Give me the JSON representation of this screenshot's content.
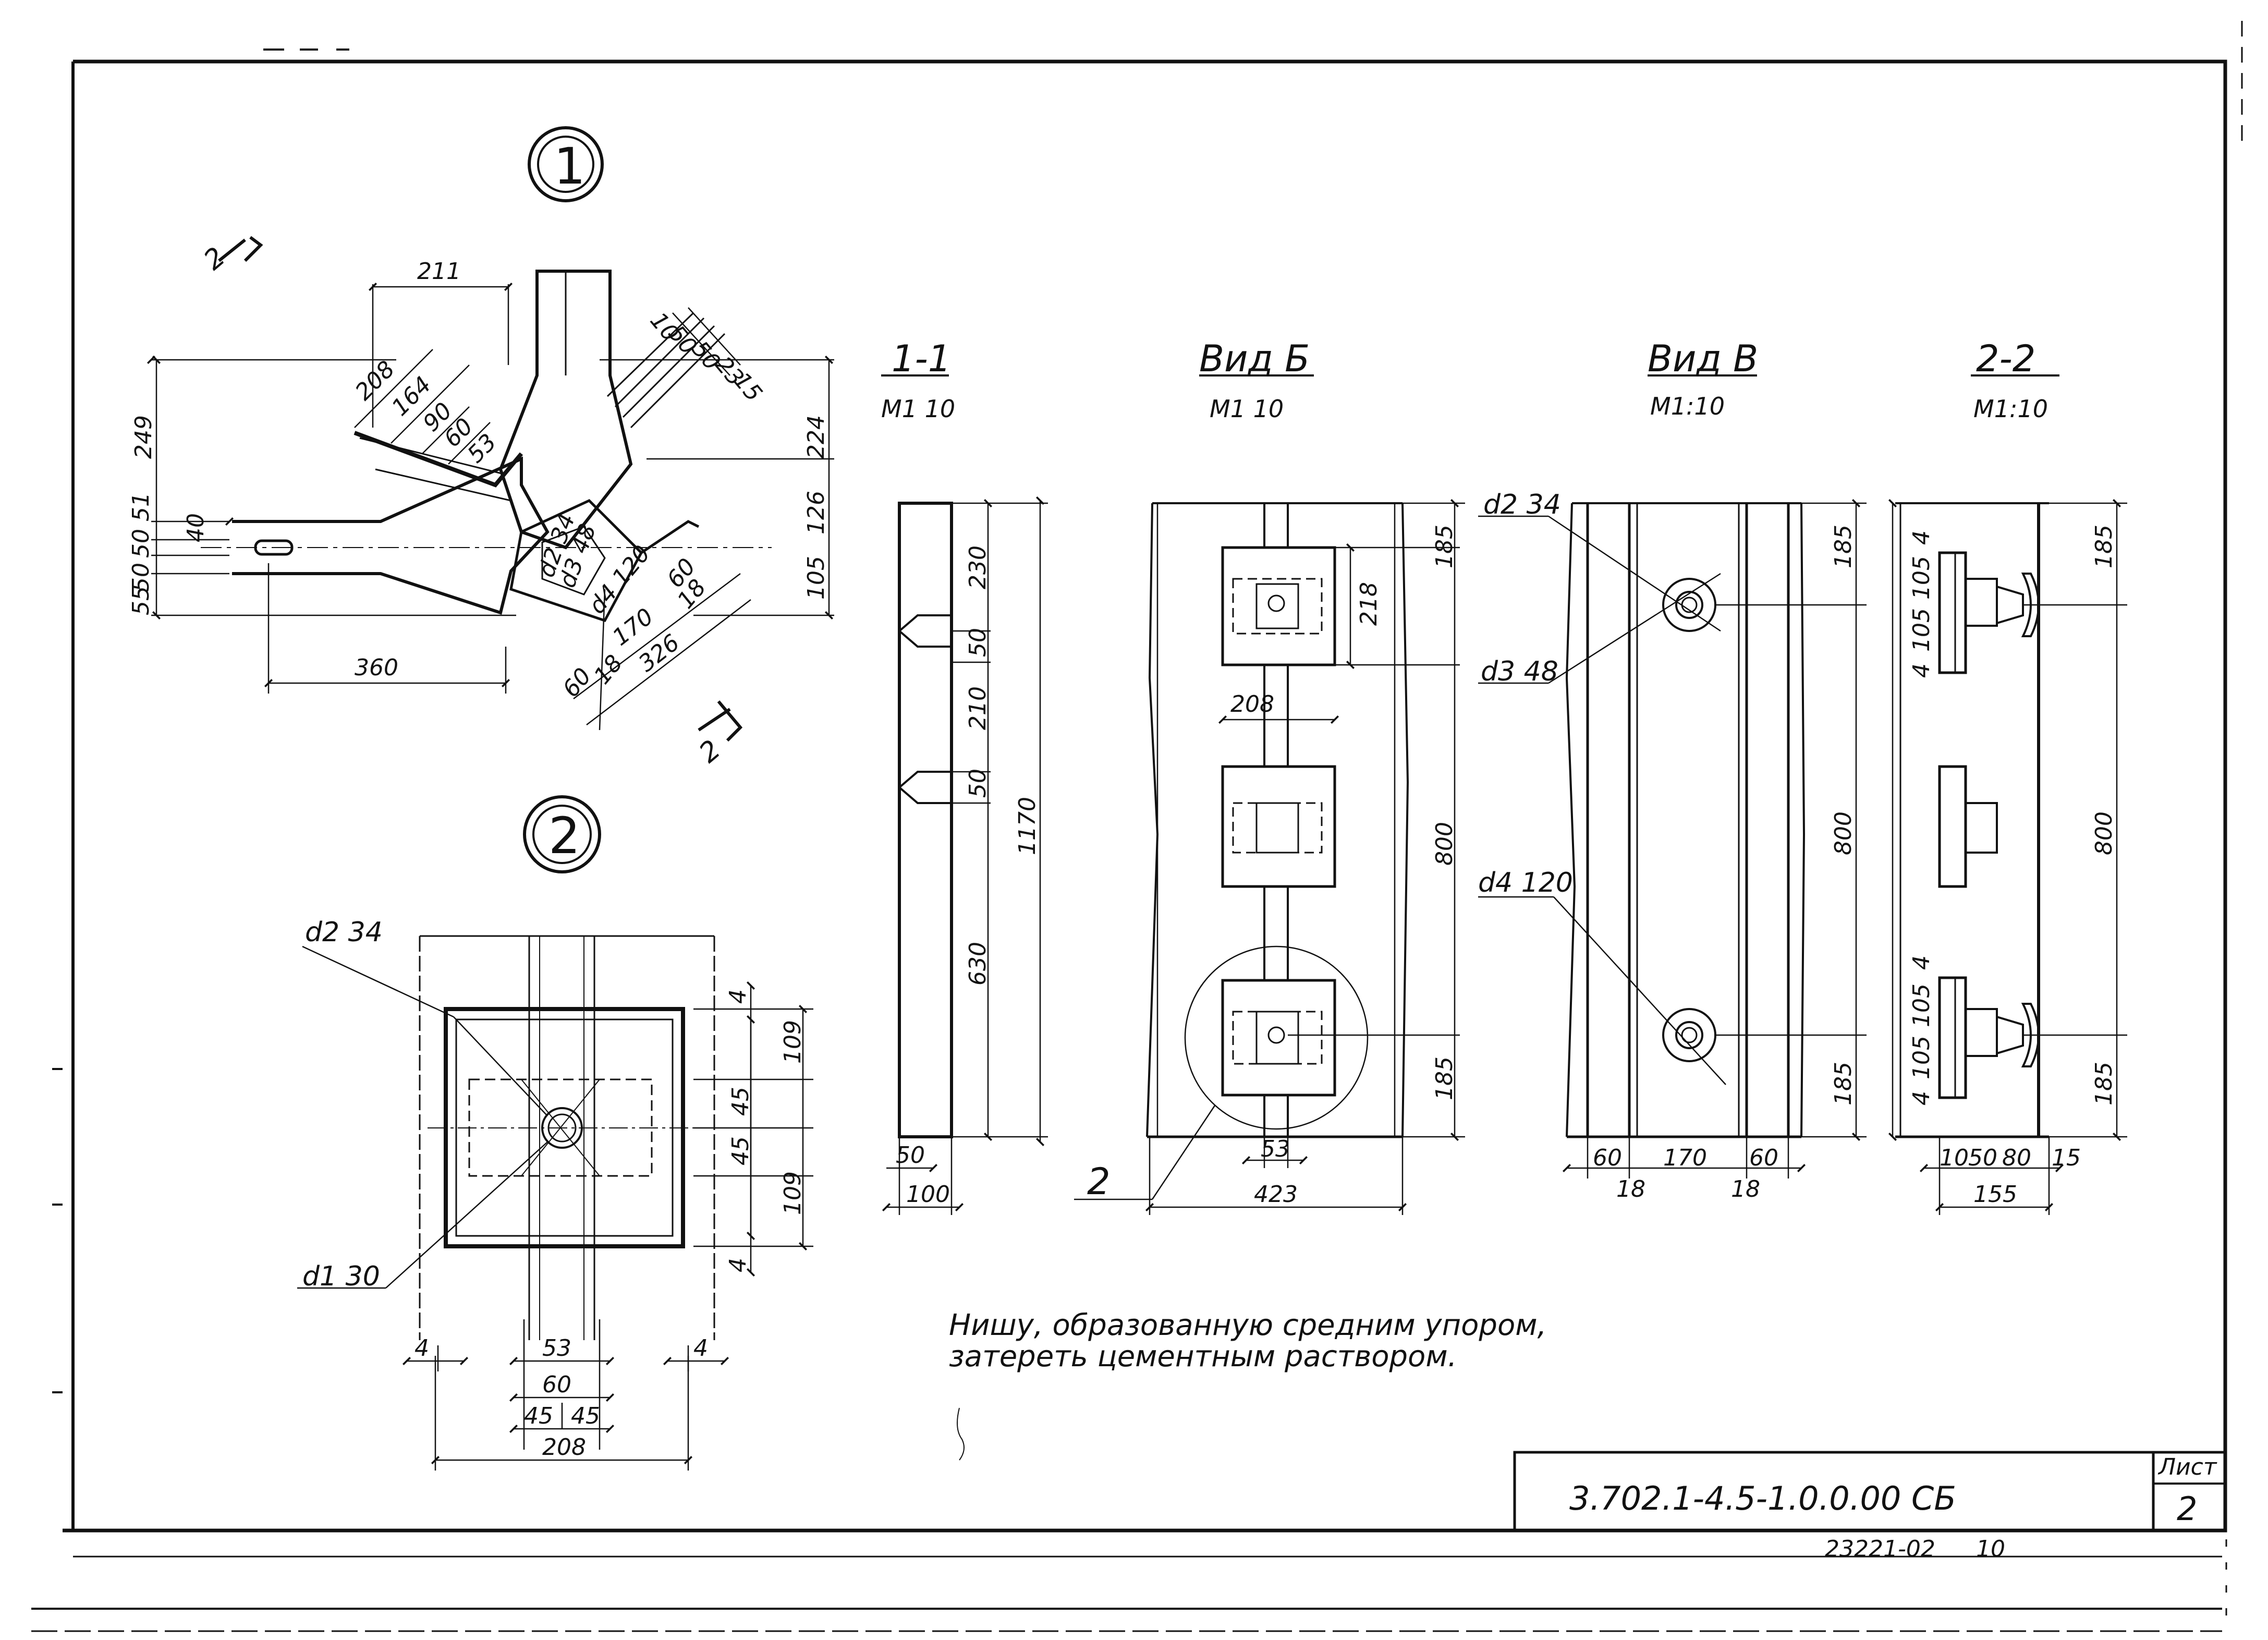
{
  "sheet": {
    "stamp_code": "3.702.1-4.5-1.0.0.00 СБ",
    "sheet_label": "Лист",
    "sheet_number": "2",
    "archive_number": "23221-02",
    "archive_suffix": "10",
    "note_line1": "Нишу, образованную средним упором,",
    "note_line2": "затереть цементным раствором."
  },
  "node1": {
    "callout": "1",
    "section_mark_a": "2",
    "section_mark_b": "2",
    "dims": {
      "d211": "211",
      "d208": "208",
      "d164": "164",
      "d90": "90",
      "d60a": "60",
      "d53": "53",
      "d249": "249",
      "d51": "51",
      "d50a": "50",
      "d50b": "50",
      "d55": "55",
      "d40": "40",
      "d360": "360",
      "d224": "224",
      "d126": "126",
      "d105": "105",
      "d10": "10",
      "d50c": "50",
      "d50d": "50",
      "d23": "23",
      "d15": "15",
      "d60b": "60",
      "d18a": "18",
      "d170": "170",
      "d326": "326",
      "d60c": "60",
      "d18b": "18",
      "dia_d2": "d2 34",
      "dia_d3": "d3 48",
      "dia_d4": "d4 120"
    }
  },
  "node2": {
    "callout": "2",
    "d2": "d2 34",
    "d1": "d1 30",
    "dims": {
      "d4a": "4",
      "d109a": "109",
      "d45a": "45",
      "d45b": "45",
      "d109b": "109",
      "d4b": "4",
      "d4c": "4",
      "d4d": "4",
      "d53": "53",
      "d60": "60",
      "d45c": "45",
      "d45d": "45",
      "d208": "208"
    }
  },
  "section11": {
    "title": "1-1",
    "scale": "М1 10",
    "dims": {
      "d230": "230",
      "d50a": "50",
      "d210": "210",
      "d50b": "50",
      "d630": "630",
      "d1170": "1170",
      "d50c": "50",
      "d100": "100"
    }
  },
  "viewB": {
    "title": "Вид Б",
    "scale": "М1 10",
    "callout": "2",
    "dims": {
      "d185a": "185",
      "d218": "218",
      "d208": "208",
      "d800": "800",
      "d185b": "185",
      "d53": "53",
      "d423": "423"
    }
  },
  "viewV": {
    "title": "Вид В",
    "scale": "М1:10",
    "d2": "d2 34",
    "d3": "d3 48",
    "d4": "d4 120",
    "dims": {
      "d185a": "185",
      "d800": "800",
      "d185b": "185",
      "d60a": "60",
      "d170": "170",
      "d60b": "60",
      "d18a": "18",
      "d18b": "18"
    }
  },
  "section22": {
    "title": "2-2",
    "scale": "М1:10",
    "dims": {
      "d4a": "4",
      "d105a": "105",
      "d105b": "105",
      "d4b": "4",
      "d4c": "4",
      "d105c": "105",
      "d105d": "105",
      "d4d": "4",
      "d185a": "185",
      "d800": "800",
      "d185b": "185",
      "d10": "10",
      "d50": "50",
      "d80": "80",
      "d15": "15",
      "d155": "155"
    }
  }
}
